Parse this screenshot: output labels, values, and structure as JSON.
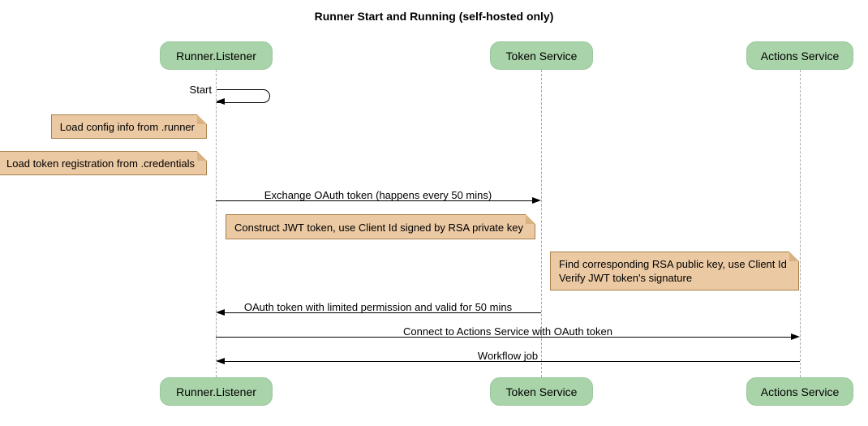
{
  "title": "Runner Start and Running (self-hosted only)",
  "participants": [
    {
      "name": "Runner.Listener"
    },
    {
      "name": "Token Service"
    },
    {
      "name": "Actions Service"
    }
  ],
  "messages": [
    {
      "label": "Start",
      "from": "Runner.Listener",
      "to": "Runner.Listener",
      "kind": "self"
    },
    {
      "label": "Exchange OAuth token (happens every 50 mins)",
      "from": "Runner.Listener",
      "to": "Token Service",
      "kind": "solid"
    },
    {
      "label": "OAuth token with limited permission and valid for 50 mins",
      "from": "Token Service",
      "to": "Runner.Listener",
      "kind": "solid"
    },
    {
      "label": "Connect to Actions Service with OAuth token",
      "from": "Runner.Listener",
      "to": "Actions Service",
      "kind": "solid"
    },
    {
      "label": "Workflow job",
      "from": "Actions Service",
      "to": "Runner.Listener",
      "kind": "solid"
    }
  ],
  "notes": [
    {
      "lines": [
        "Load config info from .runner"
      ]
    },
    {
      "lines": [
        "Load token registration from .credentials"
      ]
    },
    {
      "lines": [
        "Construct JWT token, use Client Id signed by RSA private key"
      ]
    },
    {
      "lines": [
        "Find corresponding RSA public key, use Client Id",
        "Verify JWT token's signature"
      ]
    }
  ],
  "colors": {
    "background": "#FFFFFF",
    "participant_fill": "#A9D3A9",
    "note_fill": "#EBC9A3",
    "note_border": "#A8804C",
    "lifeline": "#A9A9A9",
    "arrow": "#000000",
    "text": "#000000"
  }
}
